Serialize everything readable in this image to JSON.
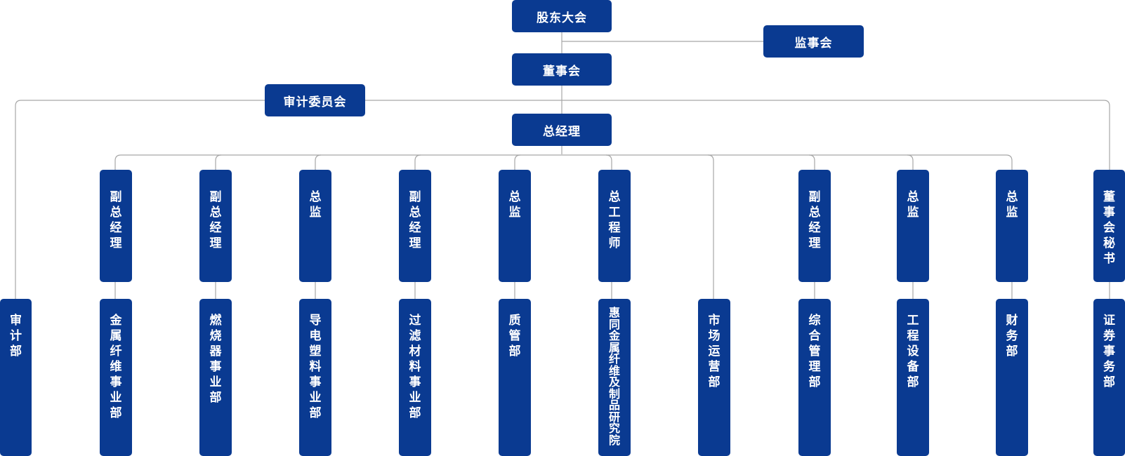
{
  "top": {
    "shareholders": "股东大会",
    "supervisors": "监事会",
    "board": "董事会",
    "audit_committee": "审计委员会",
    "general_manager": "总经理"
  },
  "executives": [
    "副总经理",
    "副总经理",
    "总监",
    "副总经理",
    "总监",
    "总工程师",
    "副总经理",
    "总监",
    "总监",
    "董事会秘书"
  ],
  "departments": [
    "审计部",
    "金属纤维事业部",
    "燃烧器事业部",
    "导电塑料事业部",
    "过滤材料事业部",
    "质管部",
    "惠同金属纤维及制品研究院",
    "市场运营部",
    "综合管理部",
    "工程设备部",
    "财务部",
    "证券事务部"
  ],
  "colors": {
    "box": "#0a3a91",
    "line": "#a6a6a6",
    "text": "#ffffff"
  }
}
